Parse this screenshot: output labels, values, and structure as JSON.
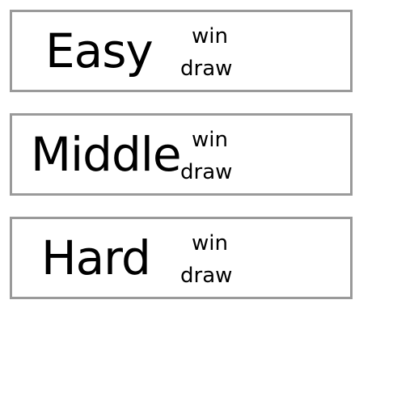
{
  "levels": [
    {
      "name": "Easy",
      "win_label": "win",
      "draw_label": "draw"
    },
    {
      "name": "Middle",
      "win_label": "win",
      "draw_label": "draw"
    },
    {
      "name": "Hard",
      "win_label": "win",
      "draw_label": "draw"
    }
  ],
  "colors": {
    "card_border": "#9a9a9a",
    "card_background": "#ffffff",
    "text": "#000000"
  }
}
